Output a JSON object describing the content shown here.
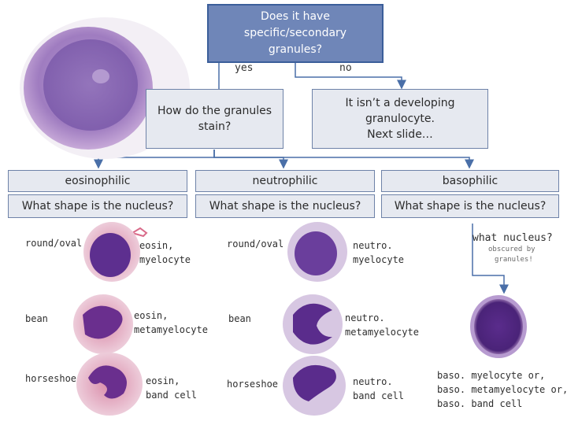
{
  "root": {
    "question": "Does it have specific/secondary granules?"
  },
  "branches": {
    "yes": "yes",
    "no": "no"
  },
  "stain_box": {
    "question": "How do the granules stain?"
  },
  "not_box": {
    "line1": "It isn’t a developing",
    "line2": "granulocyte.",
    "line3": "Next slide…"
  },
  "columns": [
    {
      "stain": "eosinophilic",
      "prompt": "What shape is the nucleus?"
    },
    {
      "stain": "neutrophilic",
      "prompt": "What shape is the nucleus?"
    },
    {
      "stain": "basophilic",
      "prompt": "What shape is the nucleus?"
    }
  ],
  "eos_rows": [
    {
      "shape": "round/oval",
      "cell1": "eosin,",
      "cell2": "myelocyte"
    },
    {
      "shape": "bean",
      "cell1": "eosin,",
      "cell2": "metamyelocyte"
    },
    {
      "shape": "horseshoe",
      "cell1": "eosin,",
      "cell2": "band cell"
    }
  ],
  "neu_rows": [
    {
      "shape": "round/oval",
      "cell1": "neutro.",
      "cell2": "myelocyte"
    },
    {
      "shape": "bean",
      "cell1": "neutro.",
      "cell2": "metamyelocyte"
    },
    {
      "shape": "horseshoe",
      "cell1": "neutro.",
      "cell2": "band cell"
    }
  ],
  "baso": {
    "title": "what nucleus?",
    "note1": "obscured by",
    "note2": "granules!",
    "line1": "baso. myelocyte or,",
    "line2": "baso. metamyelocyte or,",
    "line3": "baso. band cell"
  },
  "colors": {
    "box_fill": "#6f86b8",
    "box_border": "#3b5e9a",
    "grid_box_fill": "#e6e9f0",
    "connector": "#4a6fa8",
    "arrow_pink": "#d96b8a",
    "cell_purple": "#6b3f9a"
  }
}
